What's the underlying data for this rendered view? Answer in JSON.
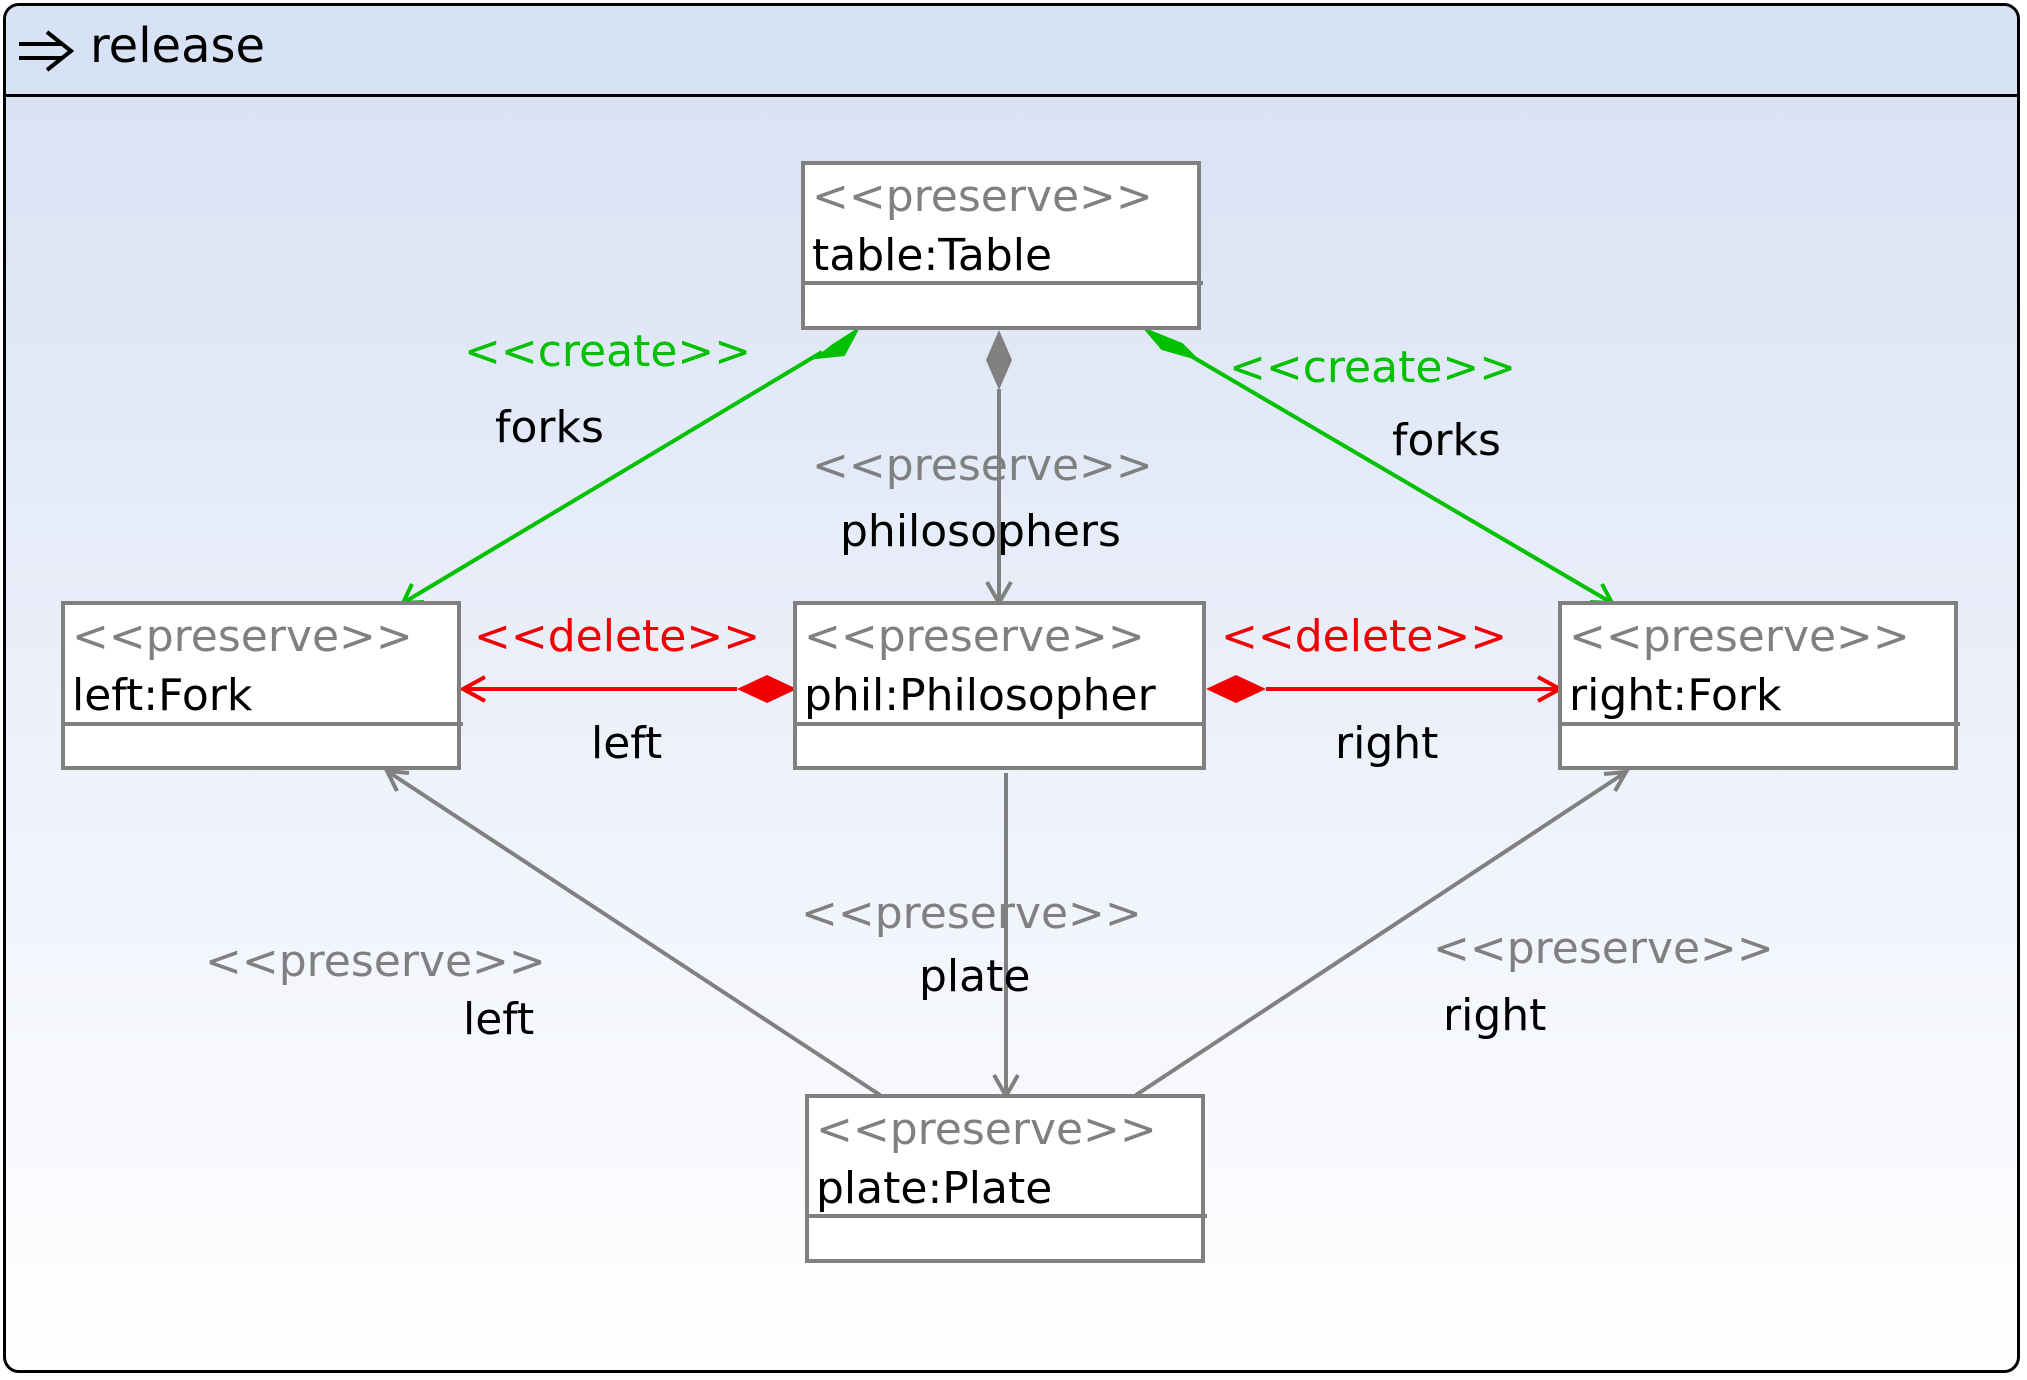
{
  "rule": {
    "name": "release"
  },
  "colors": {
    "preserve": "#808080",
    "create": "#00c000",
    "delete": "#f00000",
    "text": "#000000"
  },
  "nodes": {
    "table": {
      "stereotype": "<<preserve>>",
      "name": "table:Table"
    },
    "phil": {
      "stereotype": "<<preserve>>",
      "name": "phil:Philosopher"
    },
    "left_fork": {
      "stereotype": "<<preserve>>",
      "name": "left:Fork"
    },
    "right_fork": {
      "stereotype": "<<preserve>>",
      "name": "right:Fork"
    },
    "plate": {
      "stereotype": "<<preserve>>",
      "name": "plate:Plate"
    }
  },
  "edges": {
    "forks_left": {
      "stereotype": "<<create>>",
      "name": "forks"
    },
    "forks_right": {
      "stereotype": "<<create>>",
      "name": "forks"
    },
    "philosophers": {
      "stereotype": "<<preserve>>",
      "name": "philosophers"
    },
    "phil_left": {
      "stereotype": "<<delete>>",
      "name": "left"
    },
    "phil_right": {
      "stereotype": "<<delete>>",
      "name": "right"
    },
    "phil_plate": {
      "stereotype": "<<preserve>>",
      "name": "plate"
    },
    "plate_left": {
      "stereotype": "<<preserve>>",
      "name": "left"
    },
    "plate_right": {
      "stereotype": "<<preserve>>",
      "name": "right"
    }
  }
}
